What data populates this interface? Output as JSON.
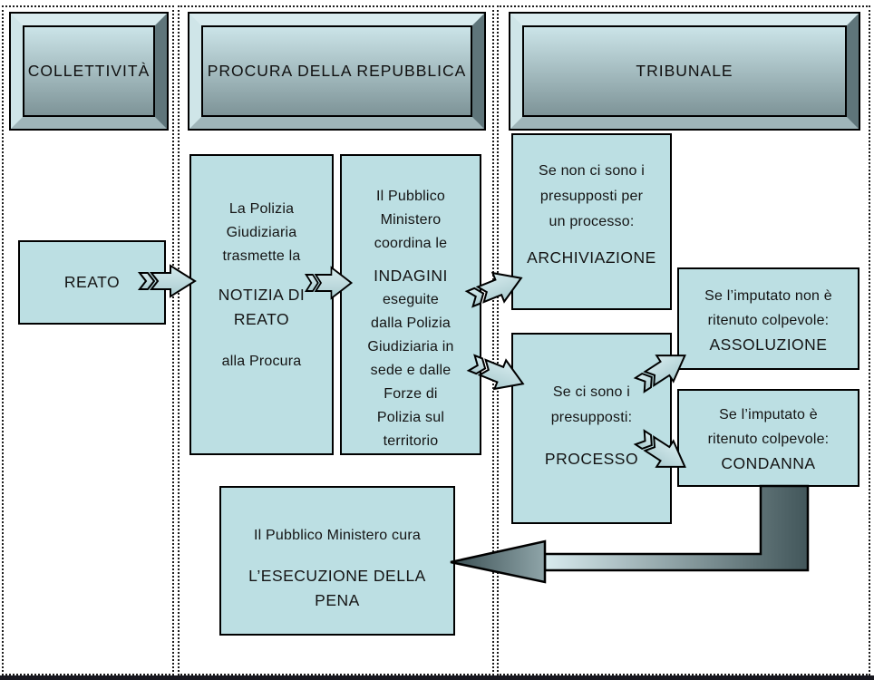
{
  "lanes": [
    {
      "label": "COLLETTIVITÀ"
    },
    {
      "label": "PROCURA DELLA REPUBBLICA"
    },
    {
      "label": "TRIBUNALE"
    }
  ],
  "boxes": {
    "reato": {
      "keyword": "REATO"
    },
    "notizia": {
      "para1": [
        "La Polizia",
        "Giudiziaria",
        "trasmette la"
      ],
      "keyword": [
        "NOTIZIA DI",
        "REATO"
      ],
      "para2": [
        "alla Procura"
      ]
    },
    "indagini": {
      "para1": [
        "Il Pubblico",
        "Ministero",
        "coordina le"
      ],
      "keyword": [
        "INDAGINI"
      ],
      "para2": [
        "eseguite",
        "dalla Polizia",
        "Giudiziaria in",
        "sede e dalle",
        "Forze di",
        "Polizia sul",
        "territorio"
      ]
    },
    "archiviazione": {
      "para": [
        "Se non ci sono i",
        "presupposti per",
        "un processo:"
      ],
      "keyword": "ARCHIVIAZIONE"
    },
    "processo": {
      "para": [
        "Se ci sono i",
        "presupposti:"
      ],
      "keyword": "PROCESSO"
    },
    "assoluzione": {
      "para": [
        "Se l’imputato non è",
        "ritenuto colpevole:"
      ],
      "keyword": "ASSOLUZIONE"
    },
    "condanna": {
      "para": [
        "Se l’imputato è",
        "ritenuto colpevole:"
      ],
      "keyword": "CONDANNA"
    },
    "esecuzione": {
      "para": [
        "Il Pubblico Ministero  cura"
      ],
      "keyword": [
        "L’ESECUZIONE DELLA",
        "PENA"
      ]
    }
  },
  "colors": {
    "box_fill": "#bcdfe3",
    "box_border": "#000000",
    "bevel_light": "#d8ebee",
    "bevel_dark": "#5f757a",
    "face_gradient_top": "#cbe4e8",
    "face_gradient_bottom": "#7e9498",
    "small_arrow_fill_top": "#d6ebee",
    "small_arrow_fill_bottom": "#abccd0",
    "big_arrow_light": "#d8ebee",
    "big_arrow_dark": "#42565a",
    "lane_border": "#1c1c1c"
  }
}
